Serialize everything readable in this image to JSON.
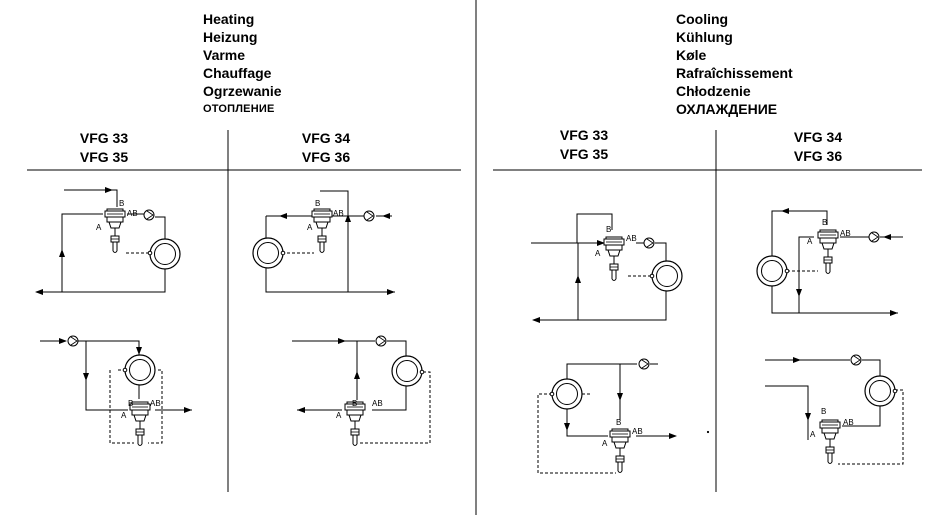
{
  "heating": {
    "titles": [
      "Heating",
      "Heizung",
      "Varme",
      "Chauffage",
      "Ogrzewanie",
      "ОТОПЛЕНИЕ"
    ],
    "col_left": {
      "line1": "VFG 33",
      "line2": "VFG 35"
    },
    "col_right": {
      "line1": "VFG 34",
      "line2": "VFG 36"
    }
  },
  "cooling": {
    "titles": [
      "Cooling",
      "Kühlung",
      "Køle",
      "Rafraîchissement",
      "Chłodzenie",
      "ОХЛАЖДЕНИЕ"
    ],
    "col_left": {
      "line1": "VFG 33",
      "line2": "VFG 35"
    },
    "col_right": {
      "line1": "VFG 34",
      "line2": "VFG 36"
    }
  },
  "port_labels": {
    "a": "A",
    "b": "B",
    "ab": "AB"
  }
}
